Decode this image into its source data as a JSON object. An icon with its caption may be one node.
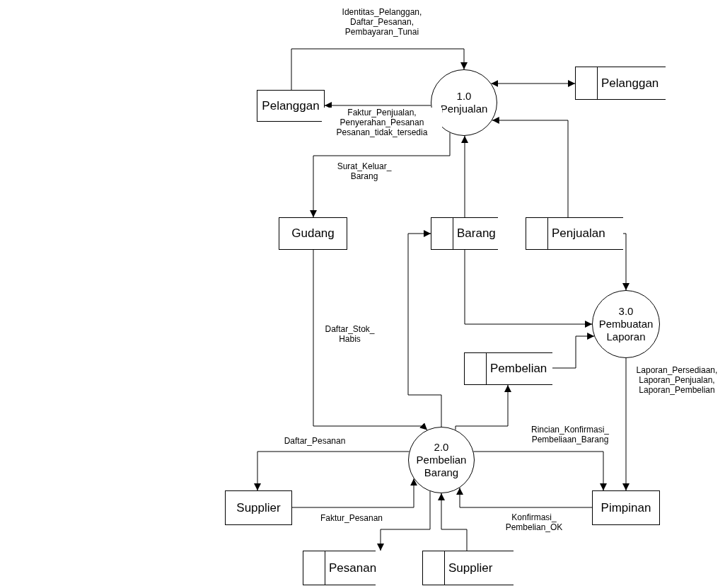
{
  "diagram": {
    "nodes": [
      {
        "text": [
          "Pelanggan"
        ]
      },
      {
        "text": [
          "1.0 Penjualan"
        ]
      },
      {
        "text": [
          "Pelanggan"
        ]
      },
      {
        "text": [
          "Gudang"
        ]
      },
      {
        "text": [
          "Barang"
        ]
      },
      {
        "text": [
          "Penjualan"
        ]
      },
      {
        "text": [
          "3.0 Pembuatan Laporan"
        ]
      },
      {
        "text": [
          "Pembelian"
        ]
      },
      {
        "text": [
          "2.0 Pembelian Barang"
        ]
      },
      {
        "text": [
          "Supplier"
        ]
      },
      {
        "text": [
          "Pimpinan"
        ]
      },
      {
        "text": [
          "Pesanan"
        ]
      },
      {
        "text": [
          "Supplier"
        ]
      }
    ],
    "edges": [
      {
        "from": 0,
        "to": 1,
        "arrow": "to",
        "label": "Identitas_Pelanggan, Daftar_Pesanan, Pembayaran_Tunai"
      },
      {
        "from": 1,
        "to": 0,
        "arrow": "to",
        "label": "Faktur_Penjualan, Penyerahan_Pesanan Pesanan_tidak_tersedia"
      },
      {
        "from": 1,
        "to": 2,
        "arrow": "both"
      },
      {
        "from": 1,
        "to": 3,
        "arrow": "to",
        "label": "Surat_Keluar_ Barang"
      },
      {
        "from": 4,
        "to": 1,
        "arrow": "to"
      },
      {
        "from": 5,
        "to": 1,
        "arrow": "to"
      },
      {
        "from": 4,
        "to": 6,
        "arrow": "to"
      },
      {
        "from": 5,
        "to": 6,
        "arrow": "to"
      },
      {
        "from": 7,
        "to": 6,
        "arrow": "to"
      },
      {
        "from": 3,
        "to": 8,
        "arrow": "to",
        "label": "Daftar_Stok_ Habis"
      },
      {
        "from": 8,
        "to": 4,
        "arrow": "to"
      },
      {
        "from": 8,
        "to": 7,
        "arrow": "to"
      },
      {
        "from": 8,
        "to": 9,
        "arrow": "to",
        "label": "Daftar_Pesanan"
      },
      {
        "from": 9,
        "to": 8,
        "arrow": "to",
        "label": "Faktur_Pesanan"
      },
      {
        "from": 8,
        "to": 10,
        "arrow": "to",
        "label": "Rincian_Konfirmasi_ Pembeliaan_Barang"
      },
      {
        "from": 6,
        "to": 10,
        "arrow": "to",
        "label": "Laporan_Persediaan, Laporan_Penjualan, Laporan_Pembelian"
      },
      {
        "from": 10,
        "to": 8,
        "arrow": "to",
        "label": "Konfirmasi_ Pembelian_OK"
      },
      {
        "from": 8,
        "to": 11,
        "arrow": "to"
      },
      {
        "from": 12,
        "to": 8,
        "arrow": "to"
      }
    ]
  }
}
